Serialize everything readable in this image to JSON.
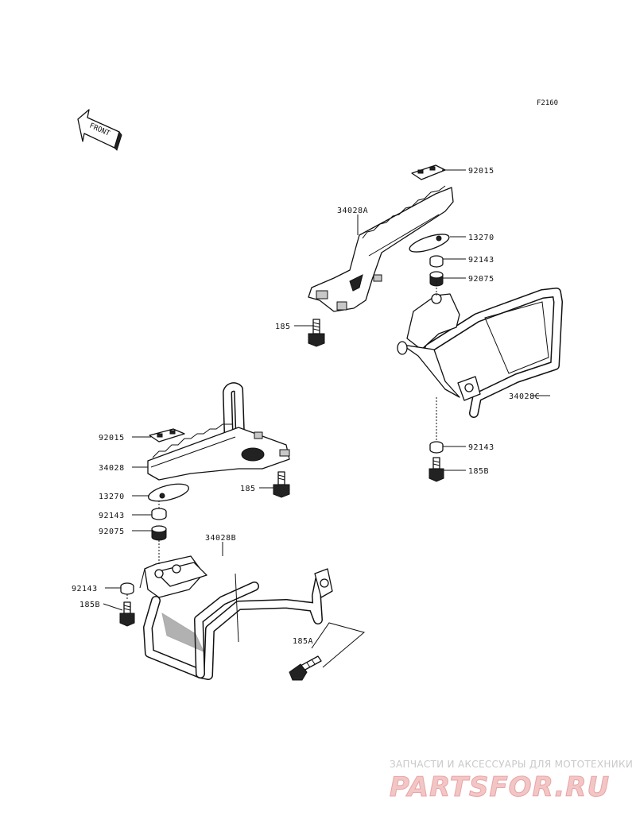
{
  "diagram_code": "F2160",
  "front_badge": "FRONT",
  "labels": {
    "r_92015": "92015",
    "r_34028A": "34028A",
    "r_13270": "13270",
    "r_92143a": "92143",
    "r_92075": "92075",
    "r_185": "185",
    "r_34028C": "34028C",
    "r_92143b": "92143",
    "r_185B": "185B",
    "l_92015": "92015",
    "l_34028": "34028",
    "l_13270": "13270",
    "l_92143a": "92143",
    "l_92075": "92075",
    "l_185": "185",
    "l_34028B": "34028B",
    "l_92143b": "92143",
    "l_185B": "185B",
    "l_185A": "185A"
  },
  "watermark": {
    "top_text": "ЗАПЧАСТИ И АКСЕССУАРЫ ДЛЯ МОТОТЕХНИКИ",
    "logo_text": "PARTSFOR.RU",
    "color": "#e8a4a4"
  }
}
